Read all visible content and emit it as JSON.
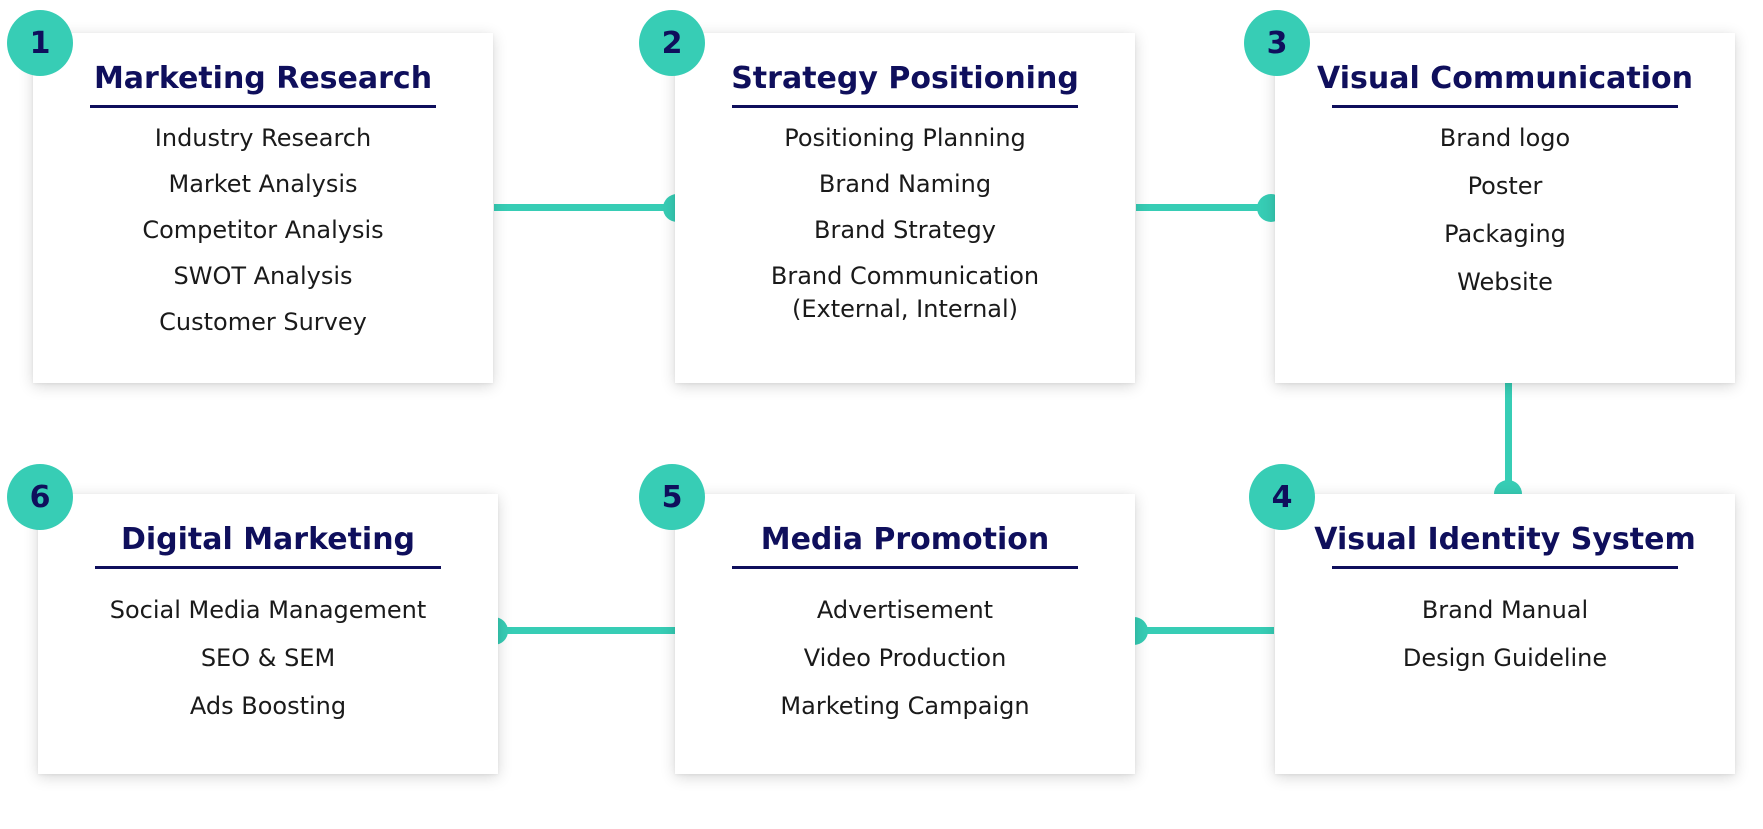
{
  "colors": {
    "accent": "#37cdb5",
    "title": "#0f0f5c",
    "text": "#1a1a1a",
    "card_background": "#ffffff"
  },
  "steps": [
    {
      "number": "1",
      "title": "Marketing Research",
      "items": [
        "Industry Research",
        "Market Analysis",
        "Competitor Analysis",
        "SWOT Analysis",
        "Customer Survey"
      ]
    },
    {
      "number": "2",
      "title": "Strategy Positioning",
      "items": [
        "Positioning Planning",
        "Brand Naming",
        "Brand Strategy",
        "Brand Communication\n(External, Internal)"
      ]
    },
    {
      "number": "3",
      "title": "Visual Communication",
      "items": [
        "Brand logo",
        "Poster",
        "Packaging",
        "Website"
      ]
    },
    {
      "number": "4",
      "title": "Visual Identity System",
      "items": [
        "Brand Manual",
        "Design Guideline"
      ]
    },
    {
      "number": "5",
      "title": "Media Promotion",
      "items": [
        "Advertisement",
        "Video Production",
        "Marketing Campaign"
      ]
    },
    {
      "number": "6",
      "title": "Digital Marketing",
      "items": [
        "Social Media Management",
        "SEO & SEM",
        "Ads Boosting"
      ]
    }
  ]
}
